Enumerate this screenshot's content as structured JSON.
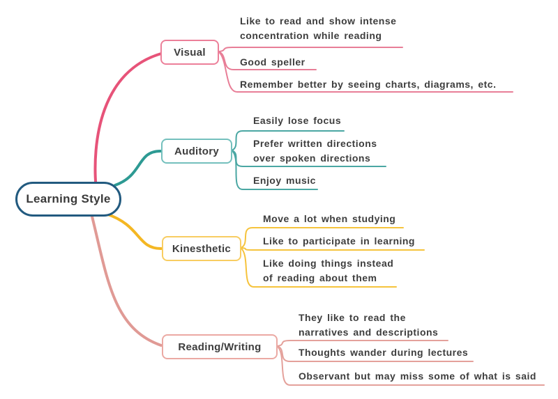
{
  "canvas": {
    "background": "#ffffff",
    "text_color": "#3d3d3d"
  },
  "root": {
    "label": "Learning Style",
    "border_color": "#225a7f"
  },
  "branches": [
    {
      "label": "Visual",
      "trunk_color": "#e75379",
      "node_border_color": "#ec7f99",
      "line_color": "#e87e97",
      "children": [
        {
          "text": "Like to read and show intense\nconcentration while reading"
        },
        {
          "text": "Good speller"
        },
        {
          "text": "Remember better by seeing charts, diagrams, etc."
        }
      ]
    },
    {
      "label": "Auditory",
      "trunk_color": "#2d9a93",
      "node_border_color": "#74c0bd",
      "line_color": "#4aa7a3",
      "children": [
        {
          "text": "Easily lose focus"
        },
        {
          "text": "Prefer written directions\nover spoken directions"
        },
        {
          "text": "Enjoy music"
        }
      ]
    },
    {
      "label": "Kinesthetic",
      "trunk_color": "#f4b723",
      "node_border_color": "#f8cd61",
      "line_color": "#f6c33c",
      "children": [
        {
          "text": "Move a lot when studying"
        },
        {
          "text": "Like to participate in learning"
        },
        {
          "text": "Like doing things instead\nof reading about them"
        }
      ]
    },
    {
      "label": "Reading/Writing",
      "trunk_color": "#e09a95",
      "node_border_color": "#eba9a3",
      "line_color": "#e4a19b",
      "children": [
        {
          "text": "They like to read the\nnarratives and descriptions"
        },
        {
          "text": "Thoughts wander during lectures"
        },
        {
          "text": "Observant but may miss some of what is said"
        }
      ]
    }
  ]
}
